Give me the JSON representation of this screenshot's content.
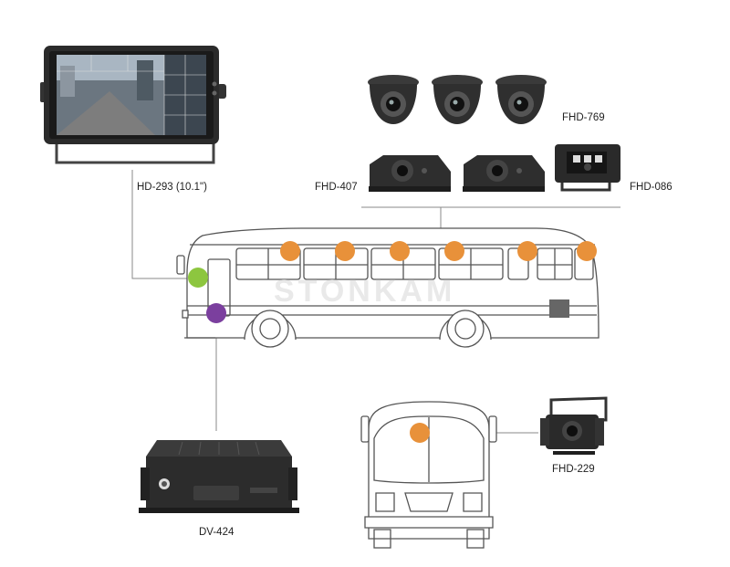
{
  "watermark": "STONKAM",
  "products": {
    "monitor": "HD-293 (10.1\")",
    "dome_cameras": "FHD-769",
    "side_cameras": "FHD-407",
    "rear_camera": "FHD-086",
    "dvr": "DV-424",
    "front_camera": "FHD-229"
  },
  "colors": {
    "camera_dot": "#e8913a",
    "monitor_dot": "#8dc63f",
    "dvr_dot": "#7b3f9e",
    "line": "#8a8a8a",
    "outline": "#555555"
  }
}
